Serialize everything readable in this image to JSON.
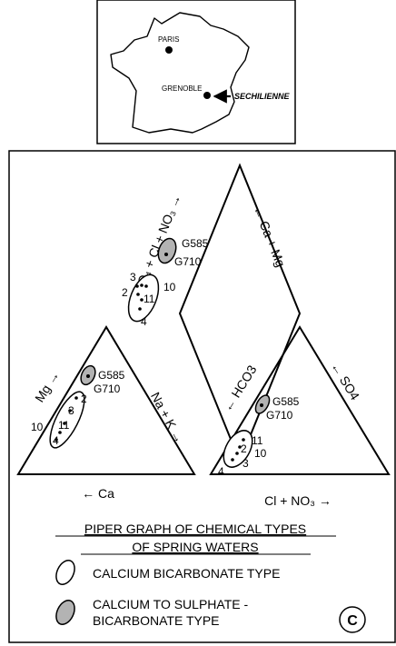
{
  "map": {
    "cities": [
      {
        "name": "PARIS"
      },
      {
        "name": "GRENOBLE"
      }
    ],
    "site_label": "SECHILIENNE"
  },
  "axes": {
    "diamond_left": "SO₄ + Cl + NO₃ →",
    "diamond_right": "← Ca + Mg",
    "cation_left": "Mg →",
    "cation_right": "Na + K →",
    "cation_bottom": "← Ca",
    "anion_left": "← HCO3",
    "anion_right": "← SO4",
    "anion_bottom": "Cl + NO₃ →"
  },
  "groups": {
    "shaded_top": "G585",
    "shaded_bottom": "G710",
    "points": [
      "2",
      "3",
      "4",
      "10",
      "11"
    ]
  },
  "title": {
    "line1": "PIPER GRAPH OF CHEMICAL TYPES",
    "line2": "OF SPRING WATERS"
  },
  "legend": [
    {
      "label": "CALCIUM BICARBONATE TYPE",
      "fill": "#ffffff"
    },
    {
      "label_line1": "CALCIUM TO SULPHATE -",
      "label_line2": "BICARBONATE TYPE",
      "fill": "#b3b3b3"
    }
  ],
  "panel_letter": "C",
  "colors": {
    "ink": "#000000",
    "shade": "#b3b3b3",
    "paper": "#ffffff"
  }
}
